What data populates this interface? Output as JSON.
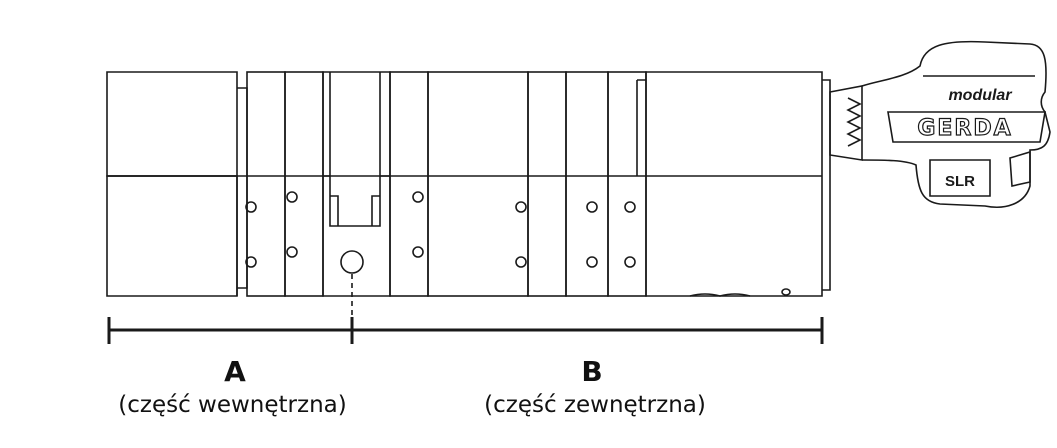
{
  "key": {
    "brand_top": "modular",
    "brand_main": "GERDA",
    "brand_code": "SLR"
  },
  "measure": {
    "a_letter": "A",
    "a_desc": "(część wewnętrzna)",
    "b_letter": "B",
    "b_desc": "(część zewnętrzna)"
  },
  "colors": {
    "line": "#1a1a1a",
    "background": "#ffffff"
  }
}
